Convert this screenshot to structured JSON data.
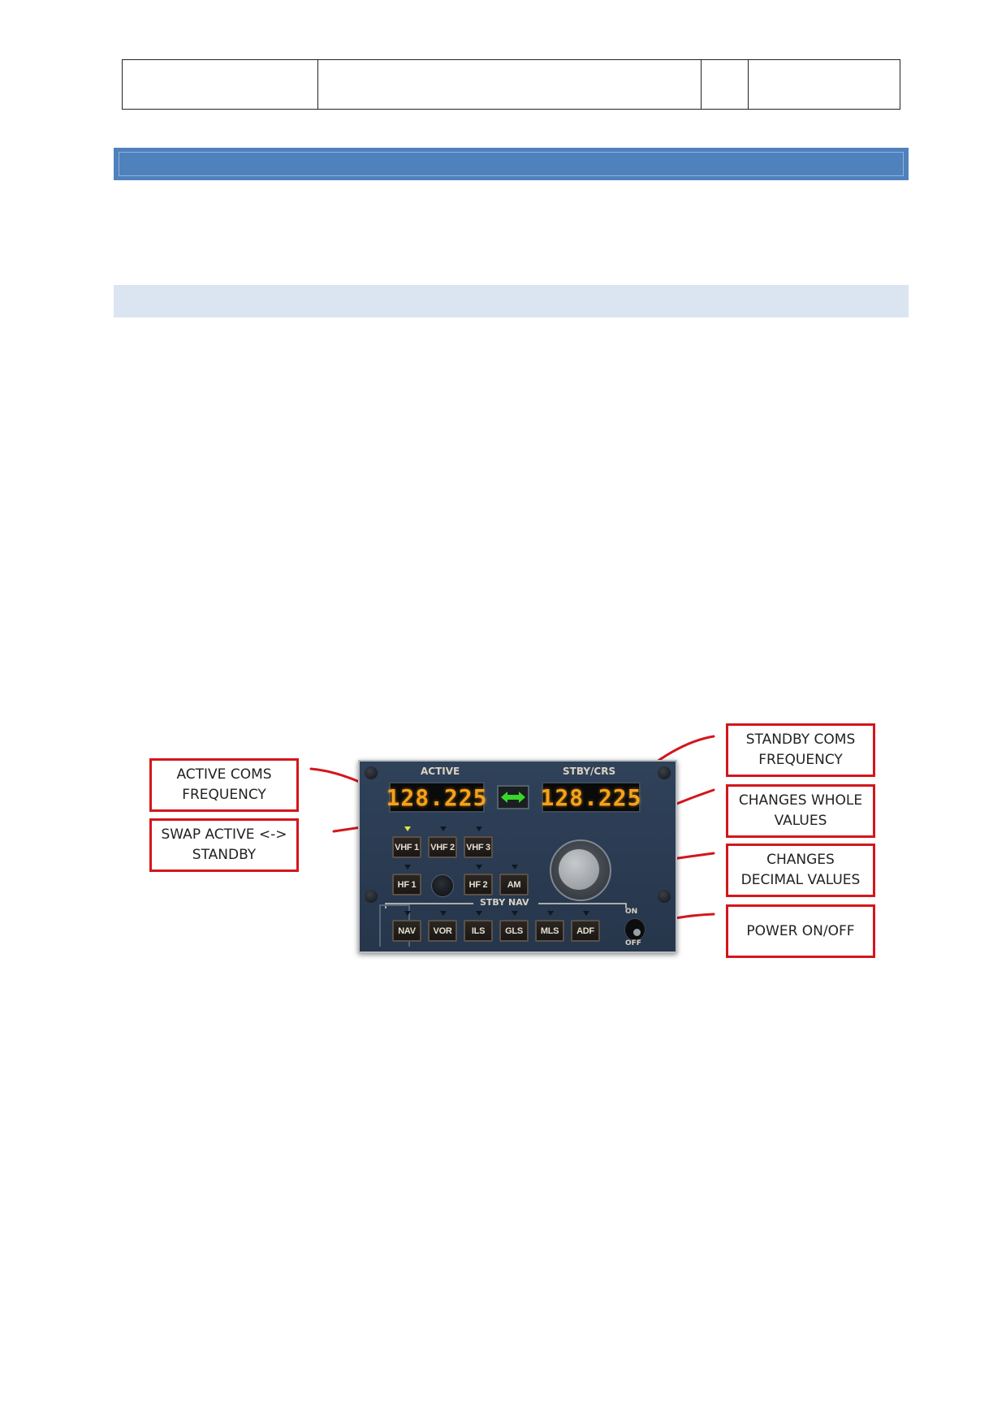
{
  "panel": {
    "active_label": "ACTIVE",
    "stby_label": "STBY/CRS",
    "active_freq": "128.225",
    "standby_freq": "128.225",
    "stby_nav_label": "STBY NAV",
    "row1": [
      "VHF 1",
      "VHF 2",
      "VHF 3"
    ],
    "row2": [
      "HF 1",
      "HF 2",
      "AM"
    ],
    "row3": [
      "NAV",
      "VOR",
      "ILS",
      "GLS",
      "MLS",
      "ADF"
    ],
    "switch_on": "ON",
    "switch_off": "OFF",
    "display_color": "#f5a21a",
    "swap_color": "#39d62a",
    "selected_indicator_color": "#e8e04a"
  },
  "callouts": {
    "active_coms": "ACTIVE COMS\nFREQUENCY",
    "swap": "SWAP ACTIVE <->\nSTANDBY",
    "standby_coms": "STANDBY COMS\nFREQUENCY",
    "whole_values": "CHANGES WHOLE\nVALUES",
    "decimal_values": "CHANGES\nDECIMAL VALUES",
    "power": "POWER ON/OFF"
  },
  "colors": {
    "section_bar_dark": "#4f81bd",
    "section_bar_light": "#dbe5f1",
    "callout_border": "#d4161c"
  }
}
